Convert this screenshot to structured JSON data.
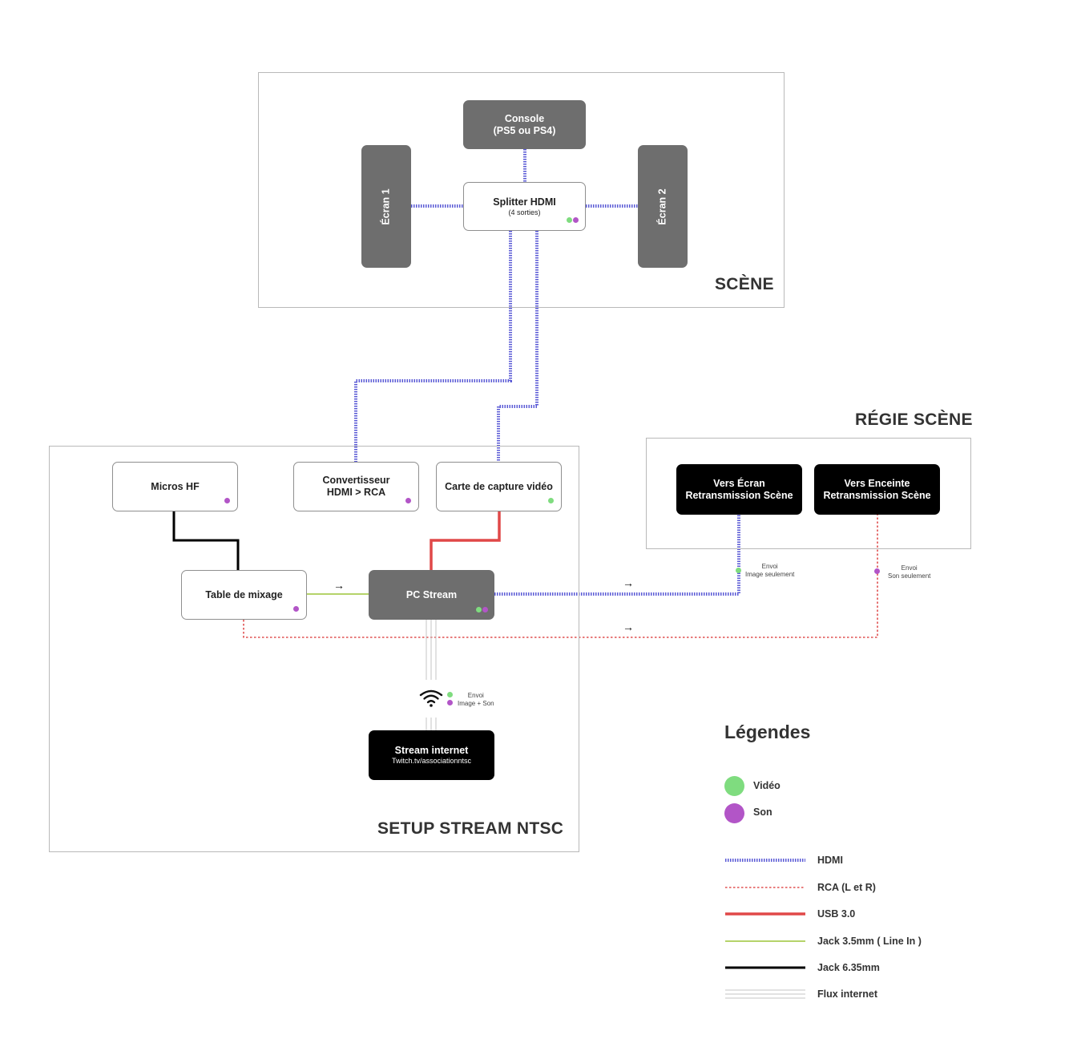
{
  "zones": {
    "scene": "SCÈNE",
    "regie": "RÉGIE SCÈNE",
    "setup": "SETUP STREAM NTSC"
  },
  "nodes": {
    "console": {
      "line1": "Console",
      "line2": "(PS5 ou PS4)"
    },
    "splitter": {
      "title": "Splitter HDMI",
      "sub": "(4 sorties)"
    },
    "ecran1": "Écran 1",
    "ecran2": "Écran 2",
    "micros": "Micros HF",
    "convertisseur": {
      "line1": "Convertisseur",
      "line2": "HDMI > RCA"
    },
    "capture": "Carte de capture vidéo",
    "table": "Table de mixage",
    "pc": "PC Stream",
    "stream": {
      "title": "Stream internet",
      "sub": "Twitch.tv/associationntsc"
    },
    "vers_ecran": {
      "line1": "Vers Écran",
      "line2": "Retransmission Scène"
    },
    "vers_enceinte": {
      "line1": "Vers Enceinte",
      "line2": "Retransmission Scène"
    }
  },
  "notes": {
    "image_only": {
      "line1": "Envoi",
      "line2": "Image seulement"
    },
    "sound_only": {
      "line1": "Envoi",
      "line2": "Son seulement"
    },
    "image_sound": {
      "line1": "Envoi",
      "line2": "Image + Son"
    }
  },
  "legend": {
    "title": "Légendes",
    "video": "Vidéo",
    "son": "Son",
    "hdmi": "HDMI",
    "rca": "RCA (L et R)",
    "usb": "USB 3.0",
    "jack35": "Jack 3.5mm ( Line In )",
    "jack635": "Jack 6.35mm",
    "flux": "Flux internet"
  },
  "colors": {
    "hdmi": "#5b5bd6",
    "rca": "#e05050",
    "usb": "#e04848",
    "jack35": "#b5d36a",
    "jack635": "#000000",
    "flux": "#bdbdbd",
    "video": "#7fdc7f",
    "son": "#b255c7"
  },
  "icons": [
    "wifi-icon",
    "arrow-right-icon"
  ]
}
